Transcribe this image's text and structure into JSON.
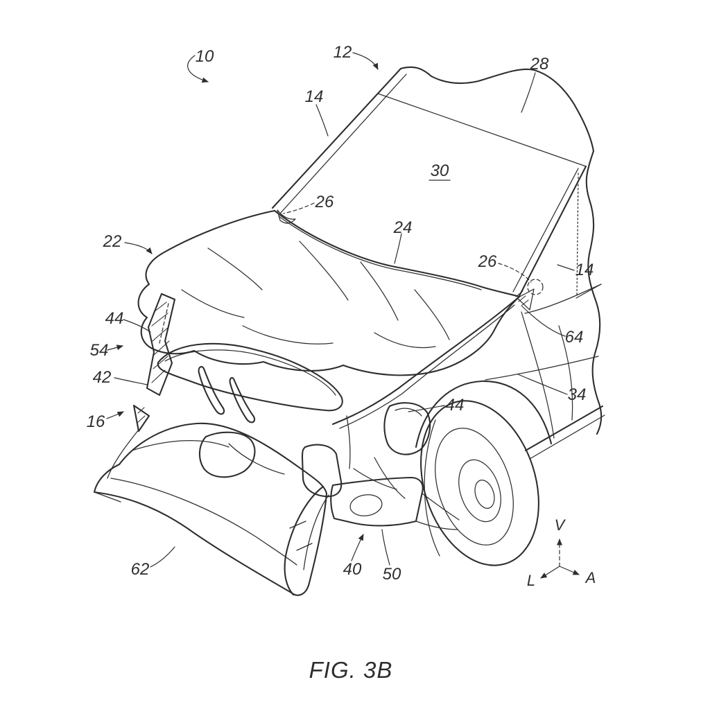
{
  "colors": {
    "background": "#ffffff",
    "line": "#2e2e2e"
  },
  "caption": "FIG. 3B",
  "axis_triad": {
    "up_label": "V",
    "lower_left_label": "L",
    "lower_right_label": "A"
  },
  "labels": [
    {
      "text": "10"
    },
    {
      "text": "12"
    },
    {
      "text": "14"
    },
    {
      "text": "28"
    },
    {
      "text": "30"
    },
    {
      "text": "26"
    },
    {
      "text": "24"
    },
    {
      "text": "26"
    },
    {
      "text": "14"
    },
    {
      "text": "64"
    },
    {
      "text": "22"
    },
    {
      "text": "44"
    },
    {
      "text": "54"
    },
    {
      "text": "42"
    },
    {
      "text": "34"
    },
    {
      "text": "16"
    },
    {
      "text": "44"
    },
    {
      "text": "62"
    },
    {
      "text": "40"
    },
    {
      "text": "50"
    }
  ]
}
